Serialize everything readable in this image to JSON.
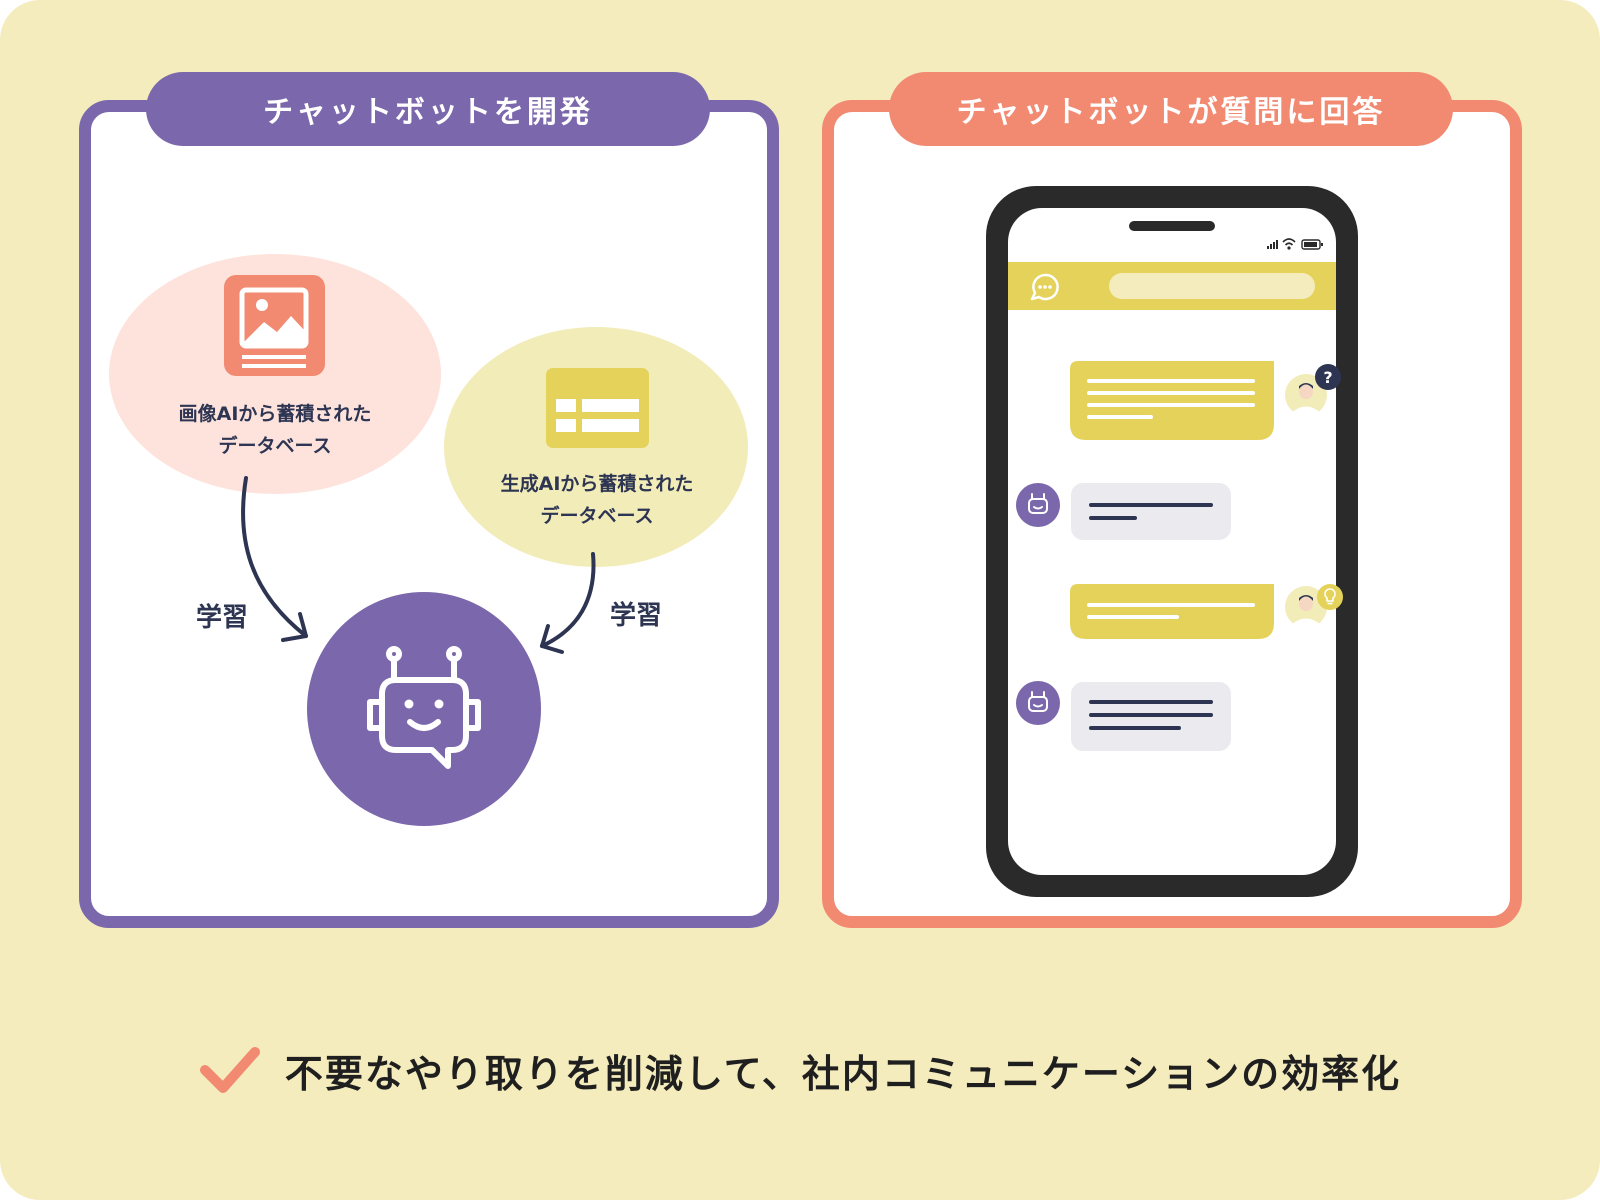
{
  "left_panel": {
    "title": "チャットボットを開発",
    "image_db_line1": "画像AIから蓄積された",
    "image_db_line2": "データベース",
    "gen_db_line1": "生成AIから蓄積された",
    "gen_db_line2": "データベース",
    "learn_left": "学習",
    "learn_right": "学習",
    "icons": [
      "image-icon",
      "table-icon",
      "robot-icon",
      "arrow-icon"
    ]
  },
  "right_panel": {
    "title": "チャットボットが質問に回答",
    "icons": [
      "chat-bubble-icon",
      "signal-icon",
      "wifi-icon",
      "battery-icon",
      "question-icon",
      "lightbulb-icon",
      "user-avatar",
      "bot-avatar"
    ]
  },
  "footer": {
    "text": "不要なやり取りを削減して、社内コミュニケーションの効率化",
    "icon": "check-icon"
  },
  "colors": {
    "background": "#f4ecbd",
    "purple": "#7b67ab",
    "coral": "#f28a72",
    "yellow": "#e5d25a",
    "pink_blob": "#fde3dc",
    "yellow_blob": "#f2ecb9",
    "navy": "#2d3552",
    "phone": "#2a2a2a"
  }
}
